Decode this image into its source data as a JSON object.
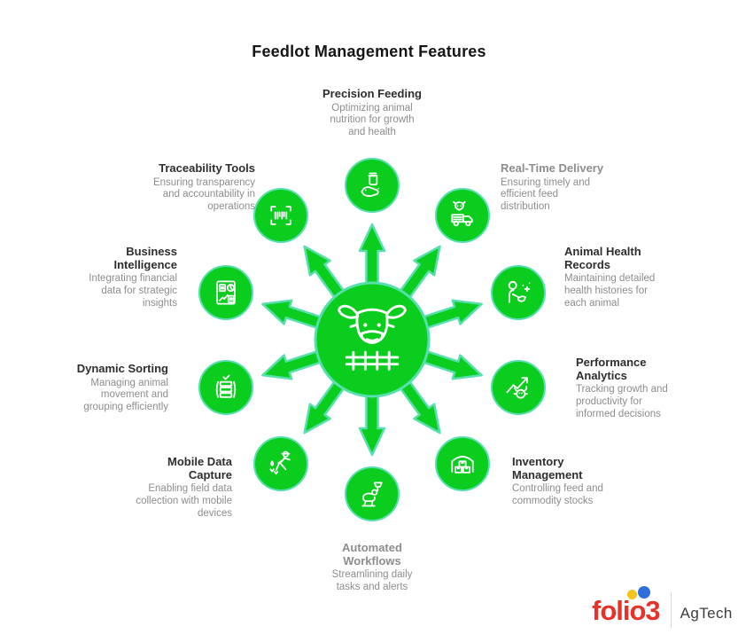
{
  "title": "Feedlot Management Features",
  "colors": {
    "green": "#0ACD1D",
    "ring": "#57DFAE",
    "title_dark": "#2E2E2E",
    "text_grey": "#8D8D8D",
    "logo_red": "#E63229",
    "logo_yellow": "#F6C21C",
    "logo_blue": "#2E6FDB"
  },
  "center": {
    "icon": "cow-head-fence-icon"
  },
  "features": [
    {
      "id": "precision-feeding",
      "title": "Precision Feeding",
      "description": "Optimizing animal\nnutrition for growth\nand health",
      "icon": "feed-container-icon",
      "title_color": "#2E2E2E"
    },
    {
      "id": "real-time-delivery",
      "title": "Real-Time Delivery",
      "description": "Ensuring timely and\nefficient feed\ndistribution",
      "icon": "delivery-truck-icon",
      "title_color": "#8D8D8D"
    },
    {
      "id": "animal-health-records",
      "title": "Animal Health\nRecords",
      "description": "Maintaining detailed\nhealth histories for\neach animal",
      "icon": "vet-checkup-icon",
      "title_color": "#2E2E2E"
    },
    {
      "id": "performance-analytics",
      "title": "Performance\nAnalytics",
      "description": "Tracking growth and\nproductivity for\ninformed decisions",
      "icon": "growth-chart-icon",
      "title_color": "#2E2E2E"
    },
    {
      "id": "inventory-management",
      "title": "Inventory\nManagement",
      "description": "Controlling feed and\ncommodity stocks",
      "icon": "warehouse-icon",
      "title_color": "#2E2E2E"
    },
    {
      "id": "automated-workflows",
      "title": "Automated\nWorkflows",
      "description": "Streamlining daily\ntasks and alerts",
      "icon": "feeding-station-icon",
      "title_color": "#8D8D8D"
    },
    {
      "id": "mobile-data-capture",
      "title": "Mobile Data\nCapture",
      "description": "Enabling field data\ncollection with mobile\ndevices",
      "icon": "field-sower-icon",
      "title_color": "#2E2E2E"
    },
    {
      "id": "dynamic-sorting",
      "title": "Dynamic Sorting",
      "description": "Managing animal\nmovement and\ngrouping efficiently",
      "icon": "sorting-pens-icon",
      "title_color": "#2E2E2E"
    },
    {
      "id": "business-intelligence",
      "title": "Business\nIntelligence",
      "description": "Integrating financial\ndata for strategic\ninsights",
      "icon": "bi-dashboard-icon",
      "title_color": "#2E2E2E"
    },
    {
      "id": "traceability-tools",
      "title": "Traceability Tools",
      "description": "Ensuring transparency\nand accountability in\noperations",
      "icon": "barcode-scan-icon",
      "title_color": "#2E2E2E"
    }
  ],
  "logo": {
    "brand": "folio3",
    "division": "AgTech"
  }
}
